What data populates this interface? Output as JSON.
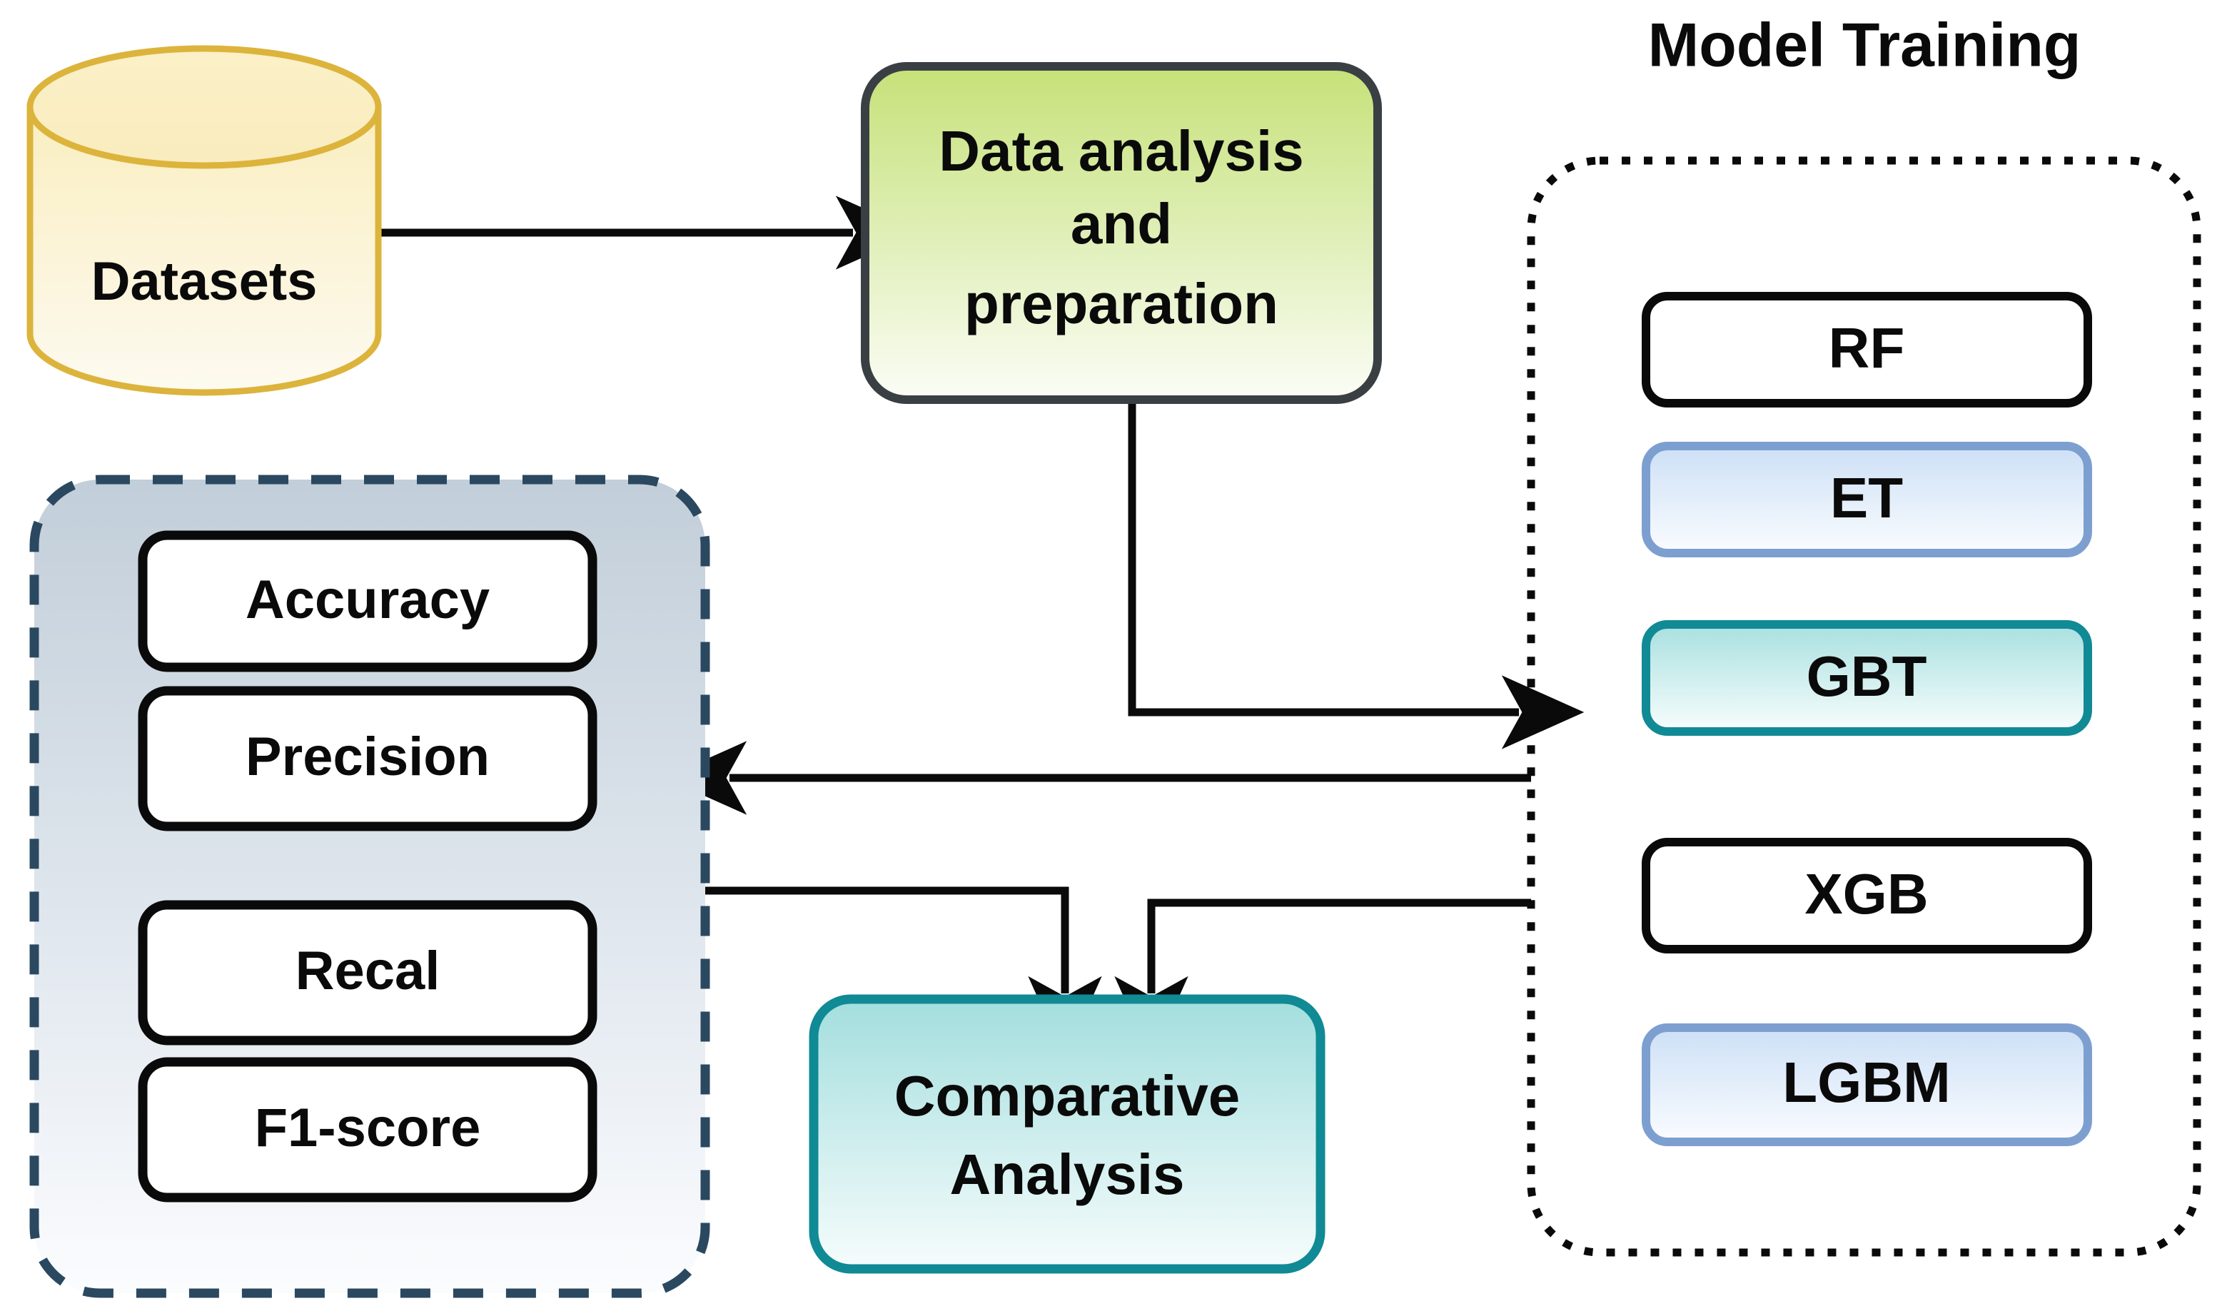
{
  "diagram": {
    "title_visible": false,
    "source_node": {
      "label": "Datasets",
      "shape": "cylinder"
    },
    "process_node": {
      "label": "Data analysis and preparation",
      "line1": "Data analysis",
      "line2": "and",
      "line3": "preparation"
    },
    "model_training": {
      "heading": "Model Training",
      "models": [
        {
          "label": "RF",
          "style": "plain"
        },
        {
          "label": "ET",
          "style": "blue"
        },
        {
          "label": "GBT",
          "style": "teal"
        },
        {
          "label": "XGB",
          "style": "plain"
        },
        {
          "label": "LGBM",
          "style": "blue"
        }
      ]
    },
    "metrics_panel": {
      "metrics": [
        {
          "label": "Accuracy"
        },
        {
          "label": "Precision"
        },
        {
          "label": "Recal"
        },
        {
          "label": "F1-score"
        }
      ]
    },
    "output_node": {
      "label": "Comparative Analysis",
      "line1": "Comparative",
      "line2": "Analysis"
    },
    "edges": [
      {
        "from": "Datasets",
        "to": "Data analysis and preparation"
      },
      {
        "from": "Data analysis and preparation",
        "to": "Model Training"
      },
      {
        "from": "Model Training",
        "to": "Metrics"
      },
      {
        "from": "Metrics",
        "to": "Comparative Analysis"
      },
      {
        "from": "Model Training",
        "to": "Comparative Analysis"
      }
    ],
    "colors": {
      "cylinder_stroke": "#dcb43c",
      "cylinder_fill_top": "#faeec0",
      "cylinder_fill_bottom": "#fdfaf0",
      "green_top": "#c6e178",
      "green_bottom": "#fbfdf6",
      "green_stroke": "#3a3f44",
      "blue_top": "#cfe0f5",
      "blue_bottom": "#fafcff",
      "blue_stroke": "#7d9fd0",
      "teal_top": "#a9e0e0",
      "teal_bottom": "#fafdfd",
      "teal_stroke": "#108a95",
      "panel_top": "#c3cfdb",
      "panel_bottom": "#fbfcfe",
      "panel_stroke": "#2b4861",
      "plain_stroke": "#0a0a0a",
      "edge_stroke": "#0a0a0a",
      "text": "#0a0a0a"
    }
  }
}
